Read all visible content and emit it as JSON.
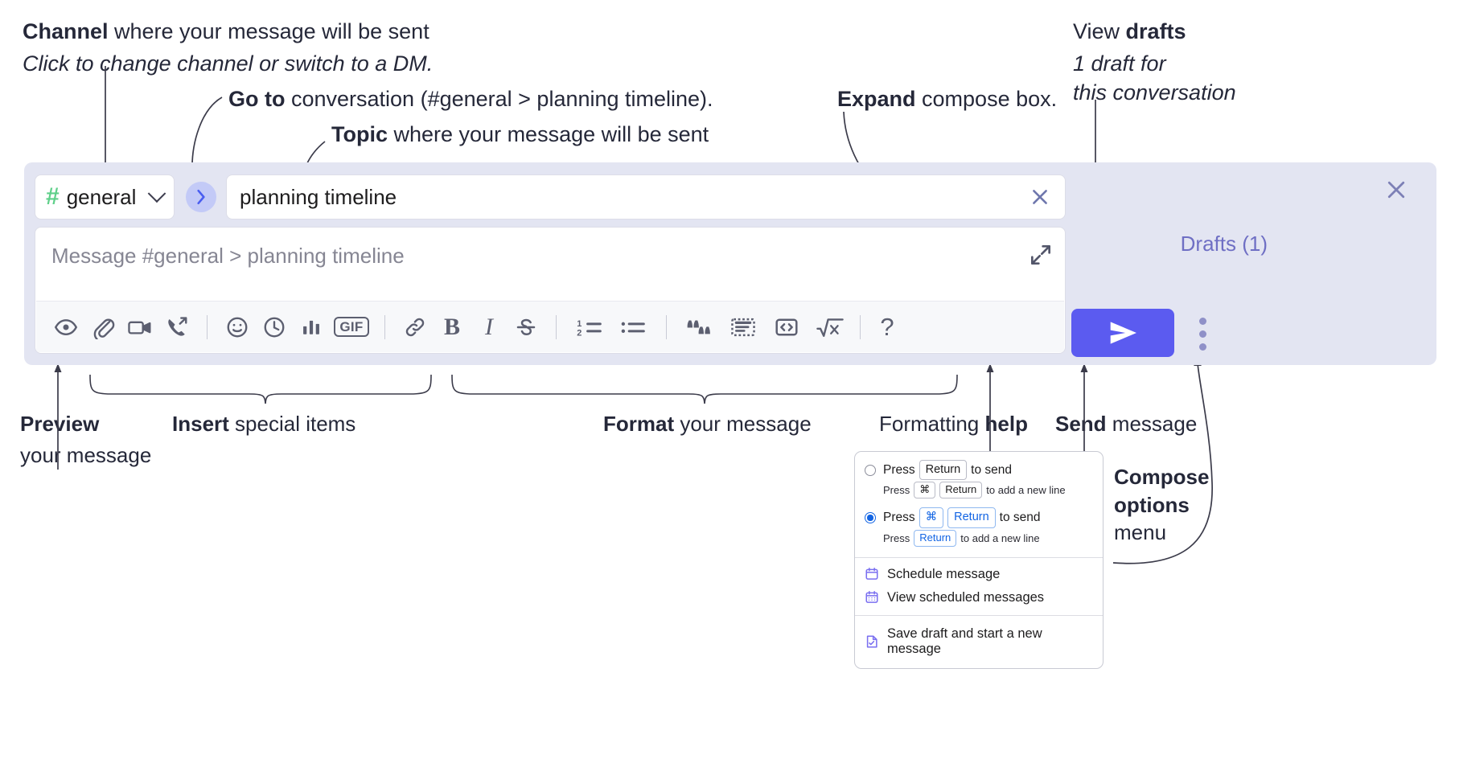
{
  "annotations": {
    "channel": {
      "bold": "Channel",
      "rest": " where your message will be sent",
      "sub": "Click to change channel or switch to a DM."
    },
    "goto": {
      "bold": "Go to",
      "rest": " conversation (#general > planning timeline)."
    },
    "topic": {
      "bold": "Topic",
      "rest": " where your message will be sent"
    },
    "expand": {
      "bold": "Expand",
      "rest": " compose box."
    },
    "drafts": {
      "lead": "View ",
      "bold": "drafts",
      "sub1": "1 draft for",
      "sub2": "this conversation"
    },
    "preview": {
      "bold": "Preview",
      "sub": "your message"
    },
    "insert": {
      "bold": "Insert",
      "rest": " special items"
    },
    "format": {
      "bold": "Format",
      "rest": " your message"
    },
    "help": {
      "lead": "Formatting ",
      "bold": "help"
    },
    "send": {
      "bold": "Send",
      "rest": " message"
    },
    "compose_options": {
      "bold1": "Compose",
      "bold2": "options",
      "rest": "menu"
    }
  },
  "compose": {
    "channel_name": "general",
    "hash_symbol": "#",
    "topic_value": "planning timeline",
    "message_placeholder": "Message #general > planning timeline",
    "drafts_label": "Drafts (1)",
    "toolbar": [
      {
        "name": "preview-icon",
        "label": "Preview"
      },
      {
        "name": "attachment-icon",
        "label": "Attach file"
      },
      {
        "name": "video-icon",
        "label": "Record video clip"
      },
      {
        "name": "audio-call-icon",
        "label": "Record audio clip"
      },
      {
        "name": "emoji-icon",
        "label": "Emoji"
      },
      {
        "name": "clock-icon",
        "label": "Reminder"
      },
      {
        "name": "poll-icon",
        "label": "Poll"
      },
      {
        "name": "gif-icon",
        "label": "GIF"
      },
      {
        "name": "link-icon",
        "label": "Link"
      },
      {
        "name": "bold-icon",
        "label": "B"
      },
      {
        "name": "italic-icon",
        "label": "I"
      },
      {
        "name": "strikethrough-icon",
        "label": "S"
      },
      {
        "name": "ordered-list-icon",
        "label": "Ordered list"
      },
      {
        "name": "bulleted-list-icon",
        "label": "Bulleted list"
      },
      {
        "name": "blockquote-icon",
        "label": "Blockquote"
      },
      {
        "name": "code-block-icon",
        "label": "Code block"
      },
      {
        "name": "inline-code-icon",
        "label": "Code"
      },
      {
        "name": "latex-icon",
        "label": "Math"
      },
      {
        "name": "help-icon",
        "label": "?"
      }
    ]
  },
  "menu": {
    "option1": {
      "pre": "Press",
      "key": "Return",
      "post": "to send",
      "sub_pre": "Press",
      "sub_key1": "⌘",
      "sub_key2": "Return",
      "sub_post": "to add a new line",
      "selected": false
    },
    "option2": {
      "pre": "Press",
      "key1": "⌘",
      "key2": "Return",
      "post": "to send",
      "sub_pre": "Press",
      "sub_key": "Return",
      "sub_post": "to add a new line",
      "selected": true
    },
    "items": [
      {
        "icon": "calendar-icon",
        "label": "Schedule message"
      },
      {
        "icon": "calendar-grid-icon",
        "label": "View scheduled messages"
      },
      {
        "icon": "save-draft-icon",
        "label": "Save draft and start a new message"
      }
    ]
  },
  "colors": {
    "accent": "#5b5bf0",
    "compose_bg": "#e3e5f2",
    "hash_green": "#5fd08a",
    "drafts_text": "#6f6fc4",
    "goto_bg": "#c3caf7",
    "radio_blue": "#1264e3",
    "menu_icon": "#7a6ff0"
  }
}
